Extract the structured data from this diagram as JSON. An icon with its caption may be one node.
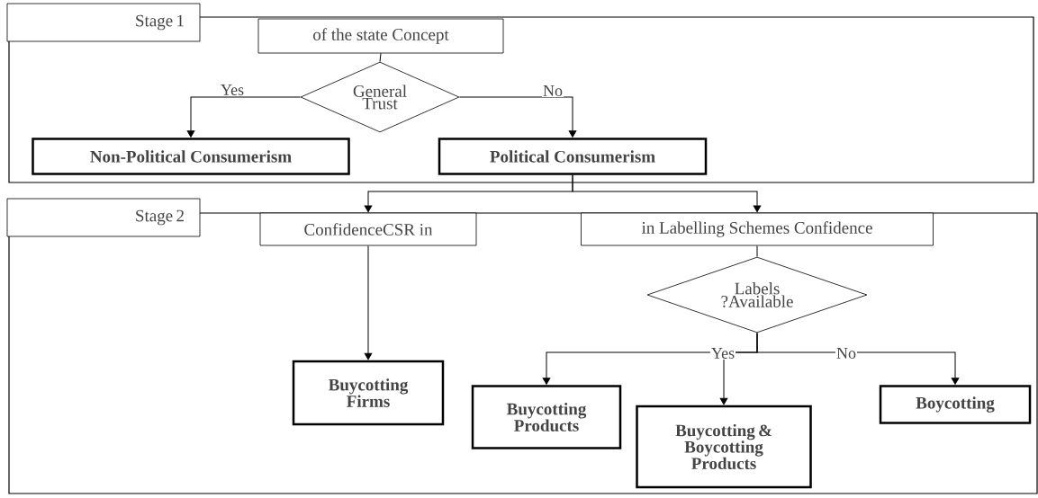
{
  "diagram": {
    "nodes": [
      {
        "text": [],
        "shape": "box"
      },
      {
        "text": [
          "Stage 1"
        ]
      },
      {
        "text": [
          "of the state Concept"
        ],
        "in": 0
      },
      {
        "text": [
          "General Trust"
        ],
        "in": 0
      },
      {
        "text": [
          "Non-Political Consumerism"
        ],
        "in": 0
      },
      {
        "text": [
          "Political Consumerism"
        ],
        "in": 0
      },
      {
        "text": [],
        "shape": "box"
      },
      {
        "text": [
          "Stage 2"
        ]
      },
      {
        "text": [
          "ConfidenceCSR in"
        ],
        "in": 6
      },
      {
        "text": [
          "in Labelling Schemes Confidence"
        ],
        "in": 6
      },
      {
        "text": [
          "Labels ?Available"
        ],
        "in": 6
      },
      {
        "text": [
          "Buycotting Firms"
        ],
        "in": 6
      },
      {
        "text": [
          "Buycotting Products"
        ],
        "in": 6
      },
      {
        "text": [
          "Buycotting & Boycotting Products"
        ],
        "in": 6
      },
      {
        "text": [
          "Boycotting"
        ],
        "in": 6
      }
    ],
    "edges": [
      {
        "from": 2,
        "to": 3,
        "arrow": "none"
      },
      {
        "from": 3,
        "to": 4,
        "arrow": "to",
        "label": "Yes"
      },
      {
        "from": 3,
        "to": 5,
        "arrow": "to",
        "label": "No"
      },
      {
        "from": 5,
        "to": 8,
        "arrow": "to"
      },
      {
        "from": 5,
        "to": 9,
        "arrow": "to"
      },
      {
        "from": 8,
        "to": 11,
        "arrow": "to"
      },
      {
        "from": 9,
        "to": 10,
        "arrow": "none"
      },
      {
        "from": 10,
        "to": 12,
        "arrow": "to",
        "label": "Yes"
      },
      {
        "from": 10,
        "to": 13,
        "arrow": "to"
      },
      {
        "from": 10,
        "to": 14,
        "arrow": "to",
        "label": "No"
      }
    ]
  }
}
